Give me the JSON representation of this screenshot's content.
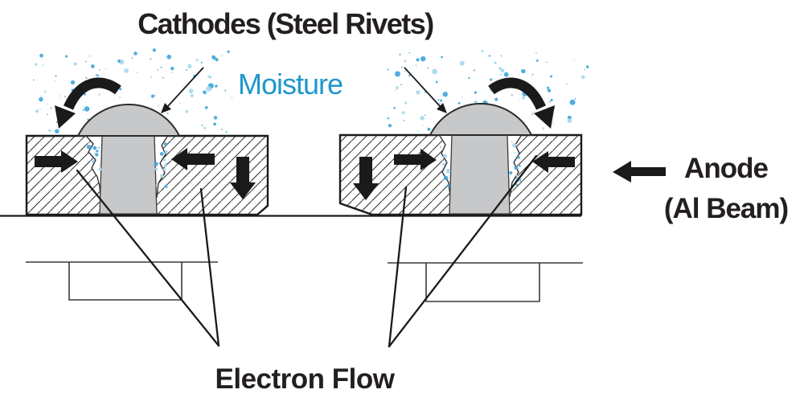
{
  "title": "Cathodes (Steel Rivets)",
  "labels": {
    "moisture": "Moisture",
    "anode": "Anode",
    "anode_sub": "(Al Beam)",
    "electron_flow": "Electron Flow"
  },
  "colors": {
    "text": "#231f20",
    "moisture_text": "#1f97cc",
    "droplet": "#41a7db",
    "droplet_light": "#a7d9ef",
    "steel_gray": "#c6c8ca",
    "line_black": "#1a1a1a"
  },
  "icons": {
    "anode_arrow": "left-block-arrow-icon",
    "cathode_pointer_left": "thin-arrow-down-left-icon",
    "cathode_pointer_right": "thin-arrow-down-right-icon",
    "corrosion_arrow_left": "curved-arrow-counterclockwise-icon",
    "corrosion_arrow_right": "curved-arrow-clockwise-icon",
    "current_arrows": "solid-block-arrow-icons",
    "droplets": "moisture-droplet-dots"
  }
}
